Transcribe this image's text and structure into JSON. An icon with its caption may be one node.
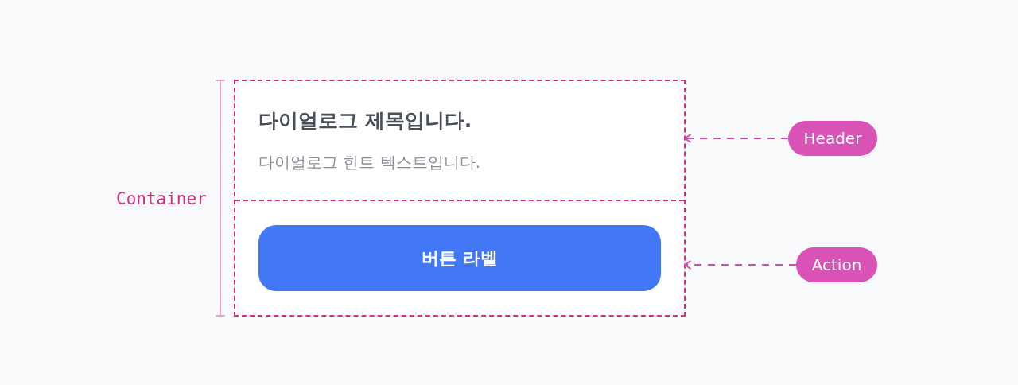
{
  "diagram": {
    "nodes": [
      {
        "text": [
          "Container"
        ]
      },
      {
        "text": [
          "다이얼로그 제목입니다.",
          "다이얼로그 힌트 텍스트입니다."
        ],
        "in": 0
      },
      {
        "text": [],
        "shape": "box",
        "in": 0
      },
      {
        "text": [
          "버튼 라벨"
        ],
        "in": 2
      },
      {
        "text": [
          "Header"
        ]
      },
      {
        "text": [
          "Action"
        ]
      }
    ],
    "edges": [
      {
        "from": 4,
        "to": 1,
        "arrow": "to",
        "style": "dashed"
      },
      {
        "from": 5,
        "to": 2,
        "arrow": "to",
        "style": "dashed"
      }
    ]
  }
}
